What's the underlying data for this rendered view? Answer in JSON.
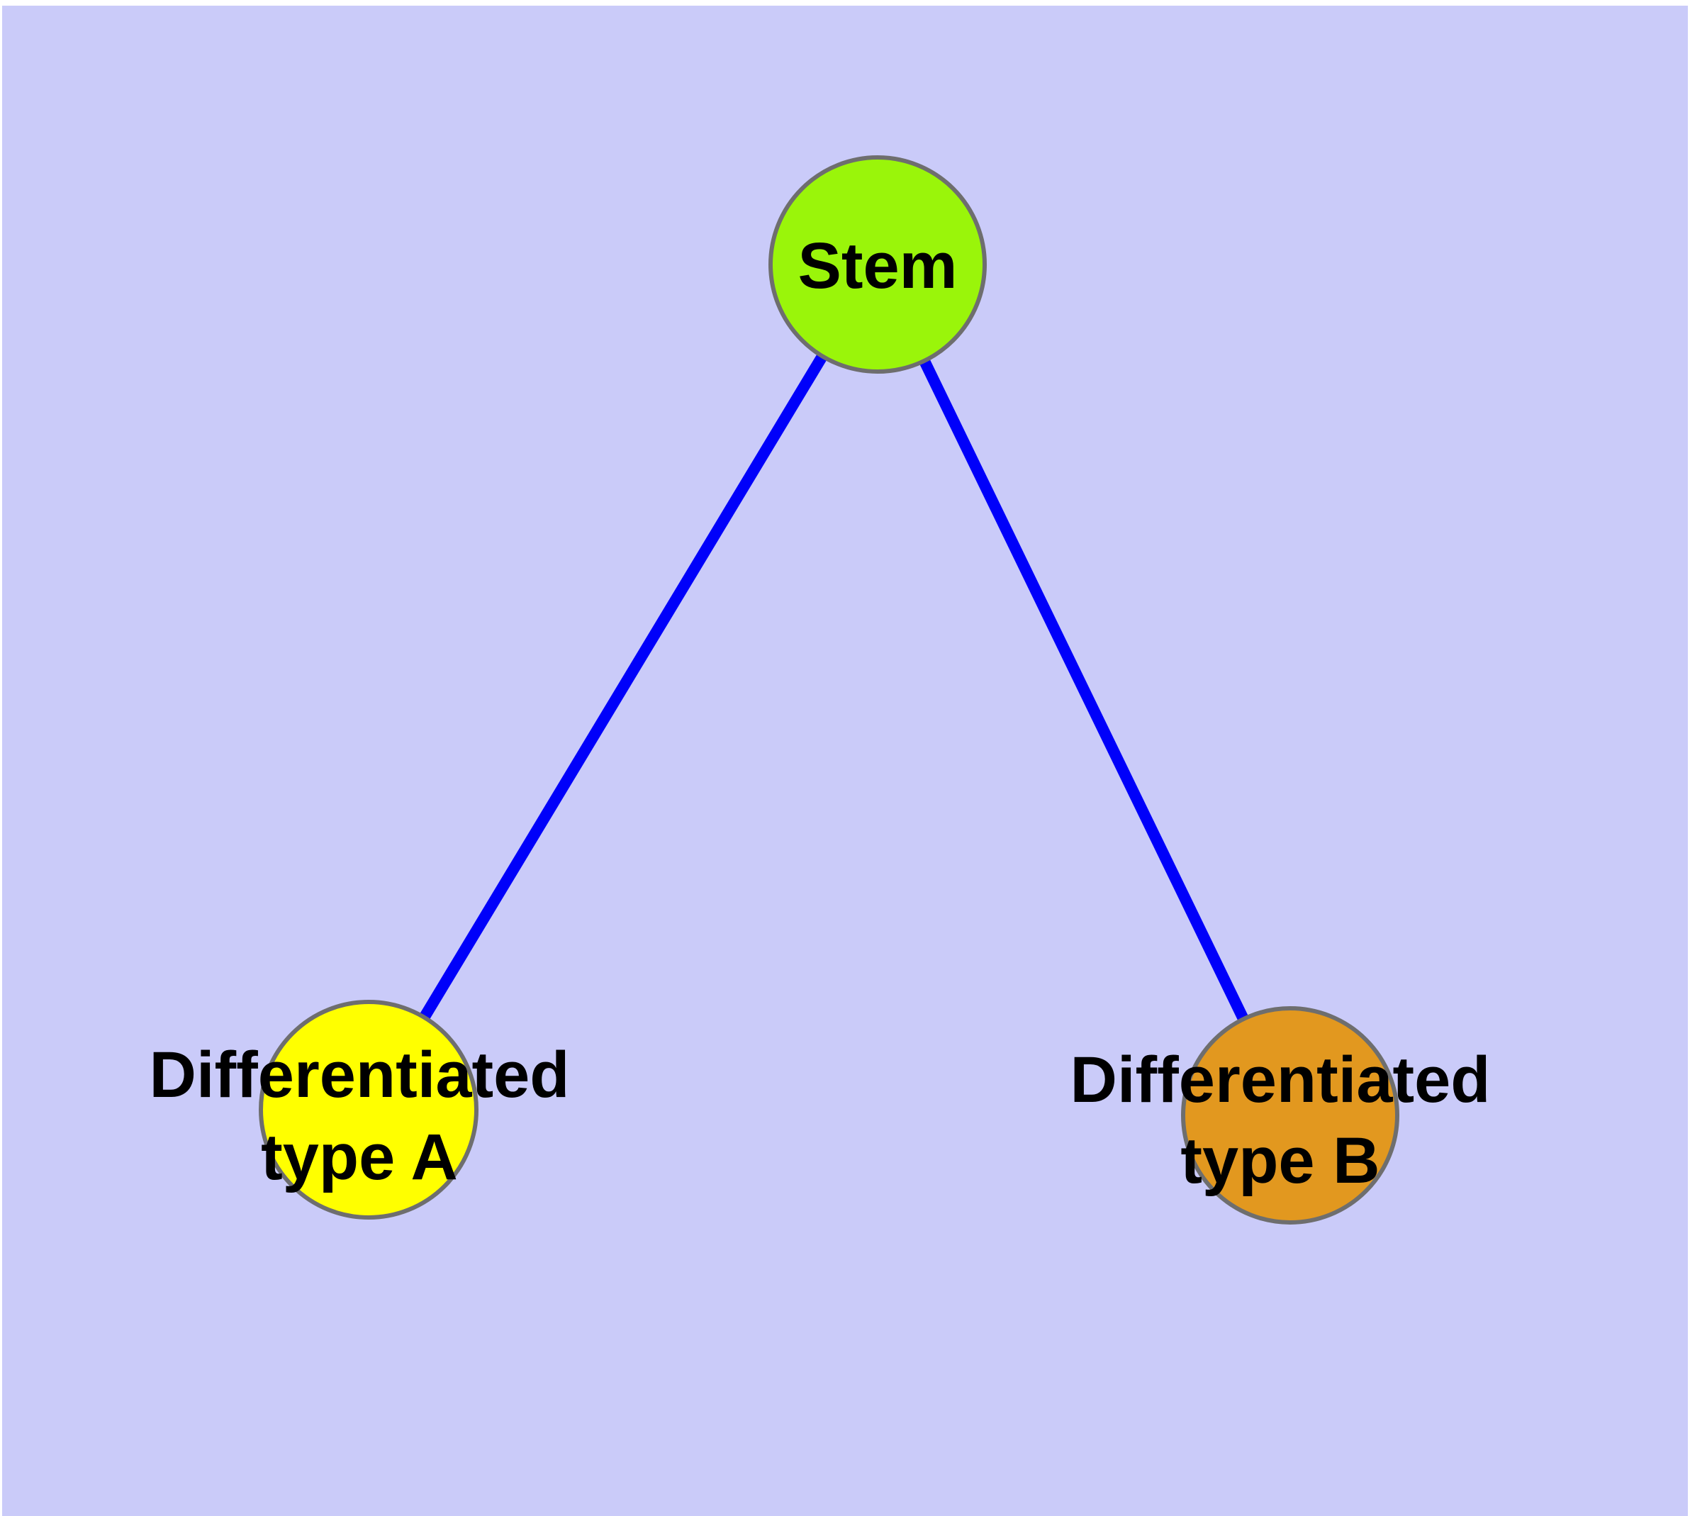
{
  "diagram": {
    "type": "node-link-graph",
    "frame_color": "#FFFFFF",
    "background_color": "#CACBF9",
    "edge_color": "#0000FA",
    "node_border_color": "#6E6E6E",
    "text_color": "#000000",
    "nodes": [
      {
        "id": "stem",
        "label": "Stem",
        "fill": "#9AF50A"
      },
      {
        "id": "differentiated-type-a",
        "label_line1": "Differentiated",
        "label_line2": "type A",
        "fill": "#FFFF00"
      },
      {
        "id": "differentiated-type-b",
        "label_line1": "Differentiated",
        "label_line2": "type B",
        "fill": "#E2981F"
      }
    ],
    "edges": [
      {
        "from": "stem",
        "to": "differentiated-type-a"
      },
      {
        "from": "stem",
        "to": "differentiated-type-b"
      }
    ]
  }
}
